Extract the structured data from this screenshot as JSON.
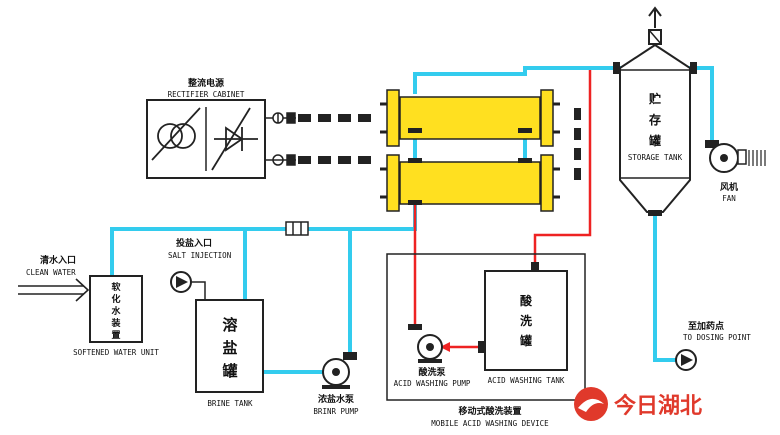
{
  "colors": {
    "brine_line": "#33ccee",
    "acid_line": "#ee2222",
    "cell_yellow": "#ffe020",
    "outline": "#222222",
    "watermark": "#e0392b"
  },
  "labels": {
    "rectifier_cn": "整流电源",
    "rectifier_en": "RECTIFIER CABINET",
    "clean_water_cn": "清水入口",
    "clean_water_en": "CLEAN WATER",
    "salt_injection_cn": "投盐入口",
    "salt_injection_en": "SALT INJECTION",
    "softener_chars": [
      "软",
      "化",
      "水",
      "装",
      "置"
    ],
    "softener_en": "SOFTENED WATER UNIT",
    "brine_tank_chars": [
      "溶",
      "盐",
      "罐"
    ],
    "brine_tank_en": "BRINE TANK",
    "brine_pump_cn": "浓盐水泵",
    "brine_pump_en": "BRINR PUMP",
    "acid_pump_cn": "酸洗泵",
    "acid_pump_en": "ACID WASHING PUMP",
    "acid_tank_chars": [
      "酸",
      "洗",
      "罐"
    ],
    "acid_tank_en": "ACID WASHING TANK",
    "mobile_device_cn": "移动式酸洗装置",
    "mobile_device_en": "MOBILE ACID WASHING DEVICE",
    "storage_tank_chars": [
      "贮",
      "存",
      "罐"
    ],
    "storage_tank_en": "STORAGE TANK",
    "fan_cn": "风机",
    "fan_en": "FAN",
    "dosing_point_cn": "至加药点",
    "dosing_point_en": "TO DOSING POINT"
  },
  "watermark": {
    "text": "今日湖北"
  }
}
